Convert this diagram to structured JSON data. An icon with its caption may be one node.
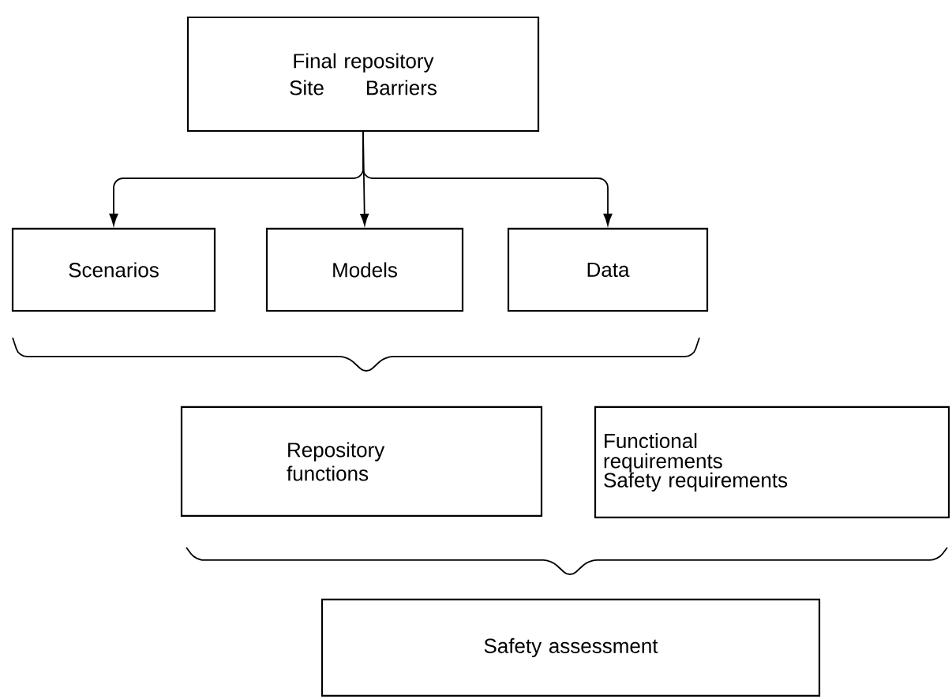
{
  "diagram": {
    "nodes": [
      {
        "text": [
          "Final repository",
          "Site",
          "Barriers"
        ]
      },
      {
        "text": [
          "Scenarios"
        ]
      },
      {
        "text": [
          "Models"
        ]
      },
      {
        "text": [
          "Data"
        ]
      },
      {
        "text": [
          "Repository functions"
        ]
      },
      {
        "text": [
          "Functional requirements",
          "Safety requirements"
        ]
      },
      {
        "text": [
          "Safety assessment"
        ]
      }
    ],
    "edges": [
      {
        "from": 0,
        "to": 1,
        "arrow": "to"
      },
      {
        "from": 0,
        "to": 2,
        "arrow": "to"
      },
      {
        "from": 0,
        "to": 3,
        "arrow": "to"
      }
    ]
  }
}
